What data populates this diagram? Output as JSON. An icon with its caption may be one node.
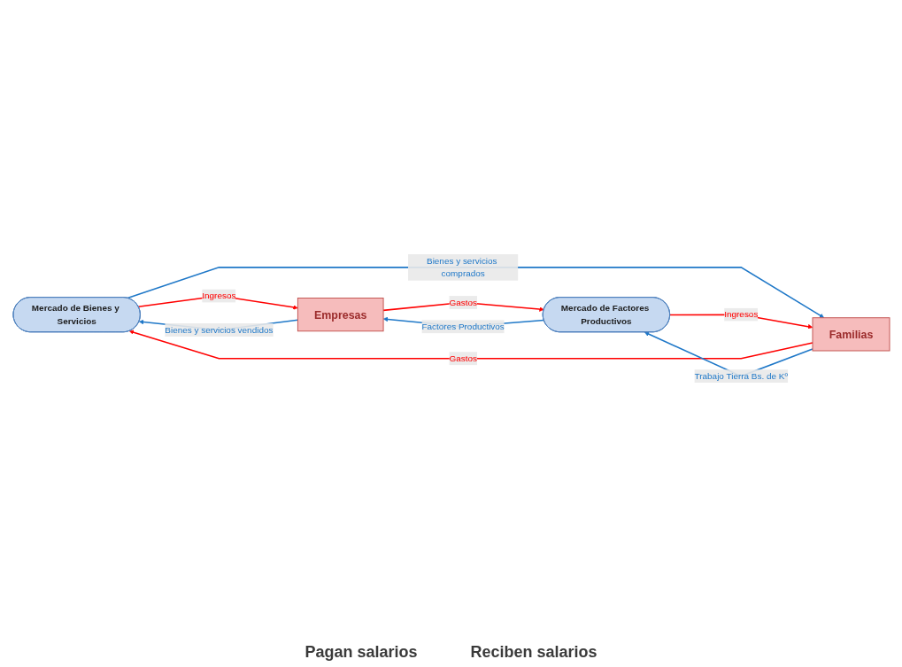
{
  "diagram": {
    "nodes": [
      {
        "text": [
          "Mercado de Bienes y Servicios"
        ]
      },
      {
        "text": [
          "Empresas"
        ]
      },
      {
        "text": [
          "Familias"
        ]
      },
      {
        "text": [
          "Mercado de Factores Productivos"
        ]
      }
    ],
    "edges": [
      {
        "from": 0,
        "to": 1,
        "arrow": "to",
        "label": "Ingresos"
      },
      {
        "from": 1,
        "to": 0,
        "arrow": "to",
        "label": "Bienes y servicios vendidos",
        "color": "#1f78c8"
      },
      {
        "from": 0,
        "to": 2,
        "arrow": "to",
        "label": "Bienes y servicios comprados",
        "color": "#1f78c8"
      },
      {
        "from": 2,
        "to": 0,
        "arrow": "to",
        "label": "Gastos"
      },
      {
        "from": 2,
        "to": 3,
        "arrow": "to",
        "label": "Trabajo Tierra Bs. de Kº",
        "color": "#1f78c8"
      },
      {
        "from": 3,
        "to": 1,
        "arrow": "to",
        "label": "Factores Productivos",
        "color": "#1f78c8"
      },
      {
        "from": 1,
        "to": 3,
        "arrow": "to",
        "label": "Gastos"
      },
      {
        "from": 3,
        "to": 2,
        "arrow": "to",
        "label": "Ingresos"
      }
    ],
    "labels": [
      "Pagan salarios",
      "Reciben salarios"
    ]
  }
}
